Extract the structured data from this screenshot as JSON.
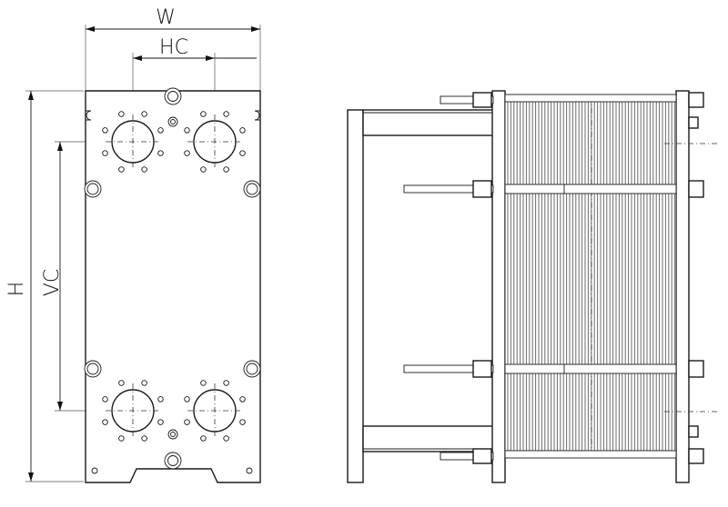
{
  "labels": {
    "width": "W",
    "port_horizontal": "HC",
    "height": "H",
    "port_vertical": "VC"
  }
}
